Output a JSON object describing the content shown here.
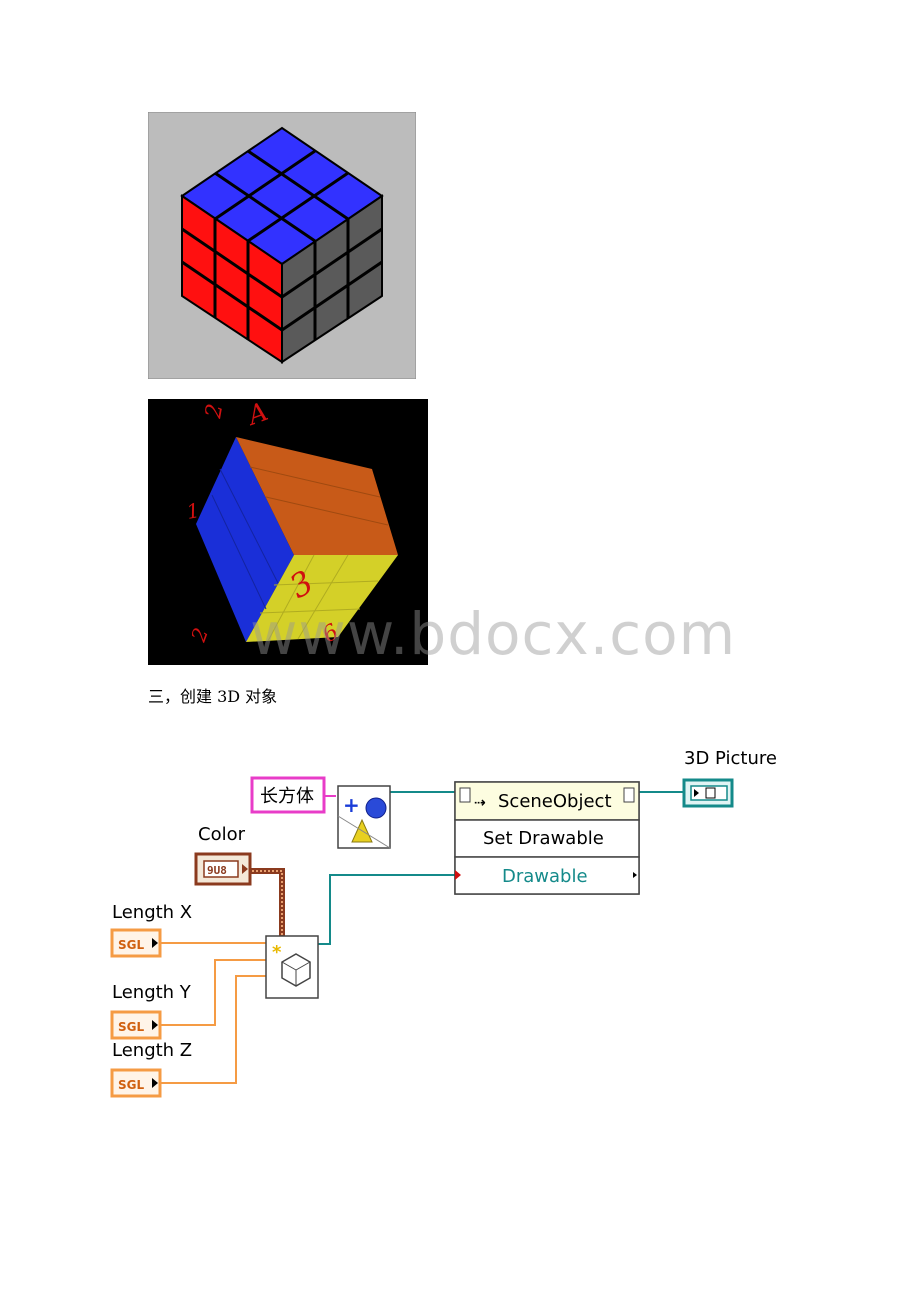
{
  "images": {
    "cube1_alt": "Rubik's cube 3D render",
    "cube2_alt": "rotating box with axis markers",
    "cube2_markers": [
      "A",
      "2",
      "1",
      "3",
      "2",
      "6"
    ]
  },
  "watermark": "www.bdocx.com",
  "section_heading": "三，创建 3D 对象",
  "diagram": {
    "string_constant": "长方体",
    "color_label": "Color",
    "color_indicator": "9U8",
    "length_x_label": "Length X",
    "length_y_label": "Length Y",
    "length_z_label": "Length Z",
    "sgl_tag": "SGL",
    "property_node_class": "SceneObject",
    "property_node_method": "Set Drawable",
    "property_node_input": "Drawable",
    "output_label": "3D Picture"
  },
  "colors": {
    "wire_teal": "#148a8a",
    "wire_orange": "#f59b44",
    "string_pink": "#e83cc8",
    "color_wire": "#8b3a1e"
  }
}
